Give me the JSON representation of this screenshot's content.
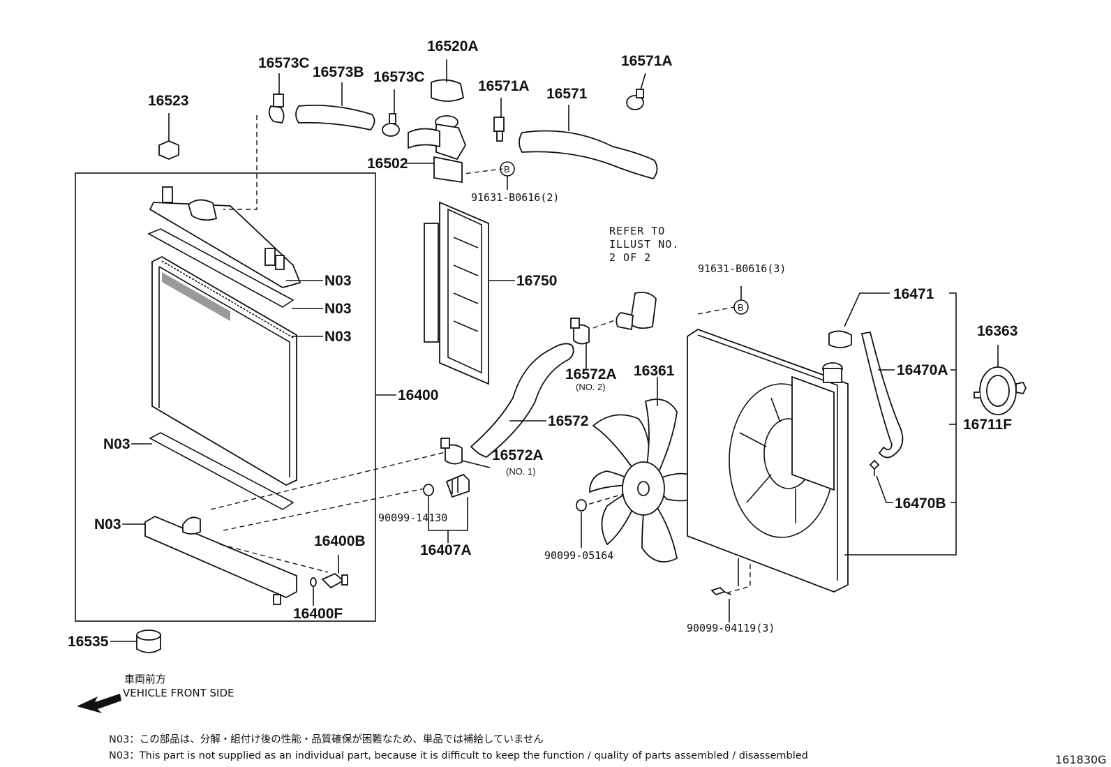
{
  "labels": {
    "p16573c_a": "16573C",
    "p16573b": "16573B",
    "p16520a": "16520A",
    "p16573c_b": "16573C",
    "p16571a_a": "16571A",
    "p16571": "16571",
    "p16571a_b": "16571A",
    "p16523": "16523",
    "p16502": "16502",
    "ref_b1": "91631-B0616(2)",
    "p16750": "16750",
    "p16400": "16400",
    "n03_1": "N03",
    "n03_2": "N03",
    "n03_3": "N03",
    "n03_4": "N03",
    "n03_5": "N03",
    "p16572a_2": "16572A",
    "p16572a_2_sub": "(NO. 2)",
    "p16361": "16361",
    "p16572": "16572",
    "p16572a_1": "16572A",
    "p16572a_1_sub": "(NO. 1)",
    "p90099_14130": "90099-14130",
    "p16407a": "16407A",
    "p16400b": "16400B",
    "p16400f": "16400F",
    "p16535": "16535",
    "ref_b2": "91631-B0616(3)",
    "p16471": "16471",
    "p16363": "16363",
    "p16470a": "16470A",
    "p16711f": "16711F",
    "p16470b": "16470B",
    "p90099_05164": "90099-05164",
    "p90099_04119": "90099-04119(3)",
    "refer_1": "REFER TO",
    "refer_2": "ILLUST NO.",
    "refer_3": "2 OF 2",
    "circle_b": "B"
  },
  "footer": {
    "front_jp": "車両前方",
    "front_en": "VEHICLE FRONT SIDE",
    "note_jp": "N03：この部品は、分解・組付け後の性能・品質確保が困難なため、単品では補給していません",
    "note_en": "N03：This part is not supplied as an individual part, because it is difficult to keep the function / quality of parts assembled / disassembled",
    "code": "161830G"
  }
}
